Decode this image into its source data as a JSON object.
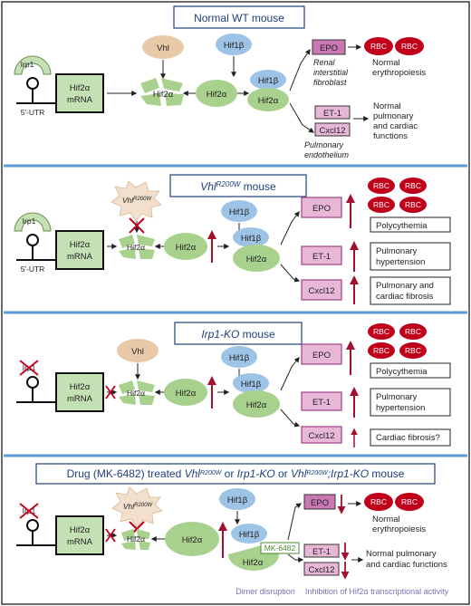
{
  "colors": {
    "outer_border": "#3a3a3a",
    "separator": "#5b9bd5",
    "title_border": "#1f3f7a",
    "title_text": "#1f3f7a",
    "hif2a_fill": "#a9d18e",
    "hif1b_fill": "#9dc3e6",
    "vhl_fill": "#e8c9a8",
    "irp1_fill": "#c5e0b4",
    "mrna_fill": "#c5e0b4",
    "epo_fill": "#c978b4",
    "epo_light_fill": "#e8b7d8",
    "rbc_fill": "#c0001a",
    "arrow_up": "#a3102e",
    "cross_red": "#c0001a",
    "caption": "#7a6fb0",
    "drug_green": "#4b8a2e"
  },
  "common": {
    "irp1": "Irp1",
    "hif2a_mrna_line1": "Hif2α",
    "hif2a_mrna_line2": "mRNA",
    "utr": "5′-UTR",
    "vhl": "Vhl",
    "hif1b": "Hif1β",
    "hif2a": "Hif2α",
    "epo": "EPO",
    "rbc": "RBC",
    "et1": "ET-1",
    "cxcl12": "Cxcl12",
    "vhl_r200w_base": "Vhl",
    "vhl_r200w_sup": "R200W"
  },
  "panel1": {
    "title": "Normal WT mouse",
    "renal_line1": "Renal",
    "renal_line2": "interstitial",
    "renal_line3": "fibroblast",
    "erythropoiesis_line1": "Normal",
    "erythropoiesis_line2": "erythropoiesis",
    "functions_line1": "Normal",
    "functions_line2": "pulmonary",
    "functions_line3": "and cardiac",
    "functions_line4": "functions",
    "endothelium_line1": "Pulmonary",
    "endothelium_line2": "endothelium"
  },
  "panel2": {
    "title_italic": "Vhl",
    "title_sup": "R200W",
    "title_rest": " mouse",
    "polycythemia": "Polycythemia",
    "hypertension_line1": "Pulmonary",
    "hypertension_line2": "hypertension",
    "fibrosis_line1": "Pulmonary and",
    "fibrosis_line2": "cardiac fibrosis"
  },
  "panel3": {
    "title_italic": "Irp1-KO",
    "title_rest": " mouse",
    "polycythemia": "Polycythemia",
    "hypertension_line1": "Pulmonary",
    "hypertension_line2": "hypertension",
    "fibrosis": "Cardiac fibrosis?"
  },
  "panel4": {
    "title_a": "Drug (MK-6482) treated ",
    "title_b_it": "Vhl",
    "title_b_sup": "R200W",
    "title_c": " or ",
    "title_d_it": "Irp1-KO",
    "title_e": " or ",
    "title_f_it": "Vhl",
    "title_f_sup": "R200W",
    "title_g_it": ";Irp1-KO",
    "title_h": " mouse",
    "drug": "MK-6482",
    "erythropoiesis_line1": "Normal",
    "erythropoiesis_line2": "erythropoiesis",
    "functions_line1": "Normal pulmonary",
    "functions_line2": "and cardiac functions",
    "caption_dimer": "Dimer disruption",
    "caption_inhibition": "Inhibition of Hif2α transcriptional activity"
  }
}
